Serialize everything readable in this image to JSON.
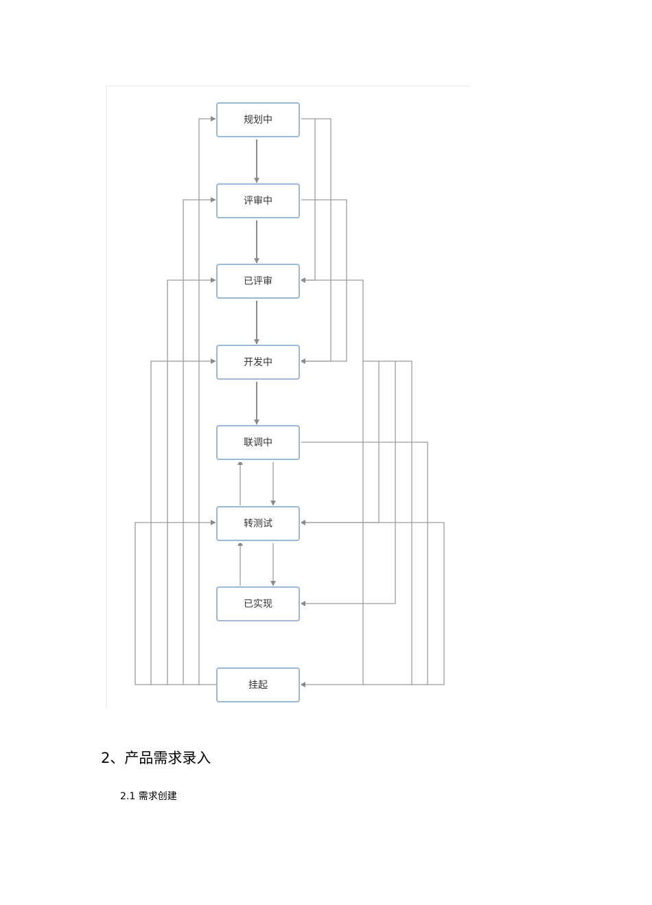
{
  "diagram": {
    "nodes": {
      "planning": "规划中",
      "reviewing": "评审中",
      "reviewed": "已评审",
      "developing": "开发中",
      "integrating": "联调中",
      "testing": "转测试",
      "done": "已实现",
      "suspended": "挂起"
    }
  },
  "section": {
    "heading": "2、产品需求录入",
    "subheading": "2.1 需求创建"
  }
}
